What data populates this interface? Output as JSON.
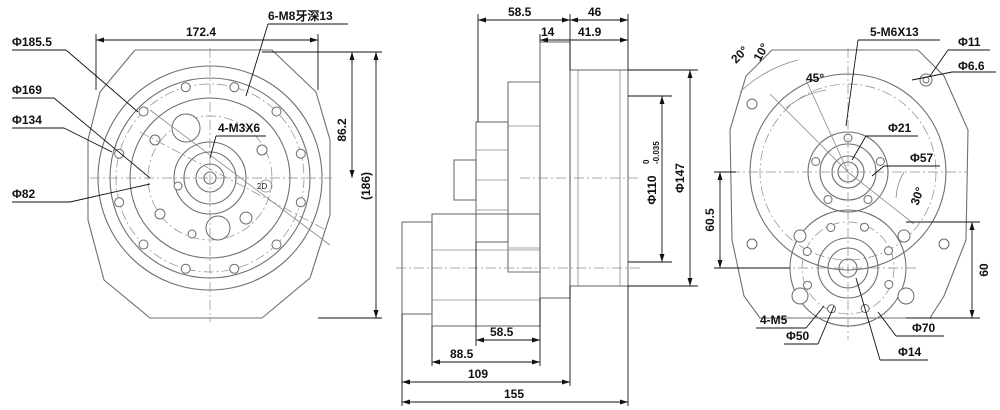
{
  "colors": {
    "background": "#ffffff",
    "part_fill": "#f1f1f1",
    "part_fill_dark": "#e2e2e2",
    "outline": "#6f6f6f",
    "dimension": "#111111"
  },
  "front_view": {
    "dia_185_5": "Φ185.5",
    "dia_169": "Φ169",
    "dia_134": "Φ134",
    "dia_82": "Φ82",
    "width_172_4": "172.4",
    "thread_6_m8": "6-M8牙深13",
    "thread_4_m3": "4-M3X6",
    "height_86_2": "86.2",
    "height_186": "(186)",
    "mark_2d": "2D"
  },
  "side_view": {
    "len_58_5_top": "58.5",
    "len_46": "46",
    "len_14": "14",
    "len_41_9": "41.9",
    "dia_110": "Φ110",
    "dia_110_tol_upper": "0",
    "dia_110_tol_lower": "-0.035",
    "dia_147": "Φ147",
    "len_58_5_bottom": "58.5",
    "len_88_5": "88.5",
    "len_109": "109",
    "len_155": "155"
  },
  "rear_view": {
    "thread_5_m6": "5-M6X13",
    "dia_11": "Φ11",
    "dia_6_6": "Φ6.6",
    "angle_20": "20°",
    "angle_10": "10°",
    "angle_45": "45°",
    "dia_21": "Φ21",
    "dia_57": "Φ57",
    "angle_30": "30°",
    "height_60_5": "60.5",
    "height_60": "60",
    "thread_4_m5": "4-M5",
    "dia_50": "Φ50",
    "dia_70": "Φ70",
    "dia_14": "Φ14"
  }
}
